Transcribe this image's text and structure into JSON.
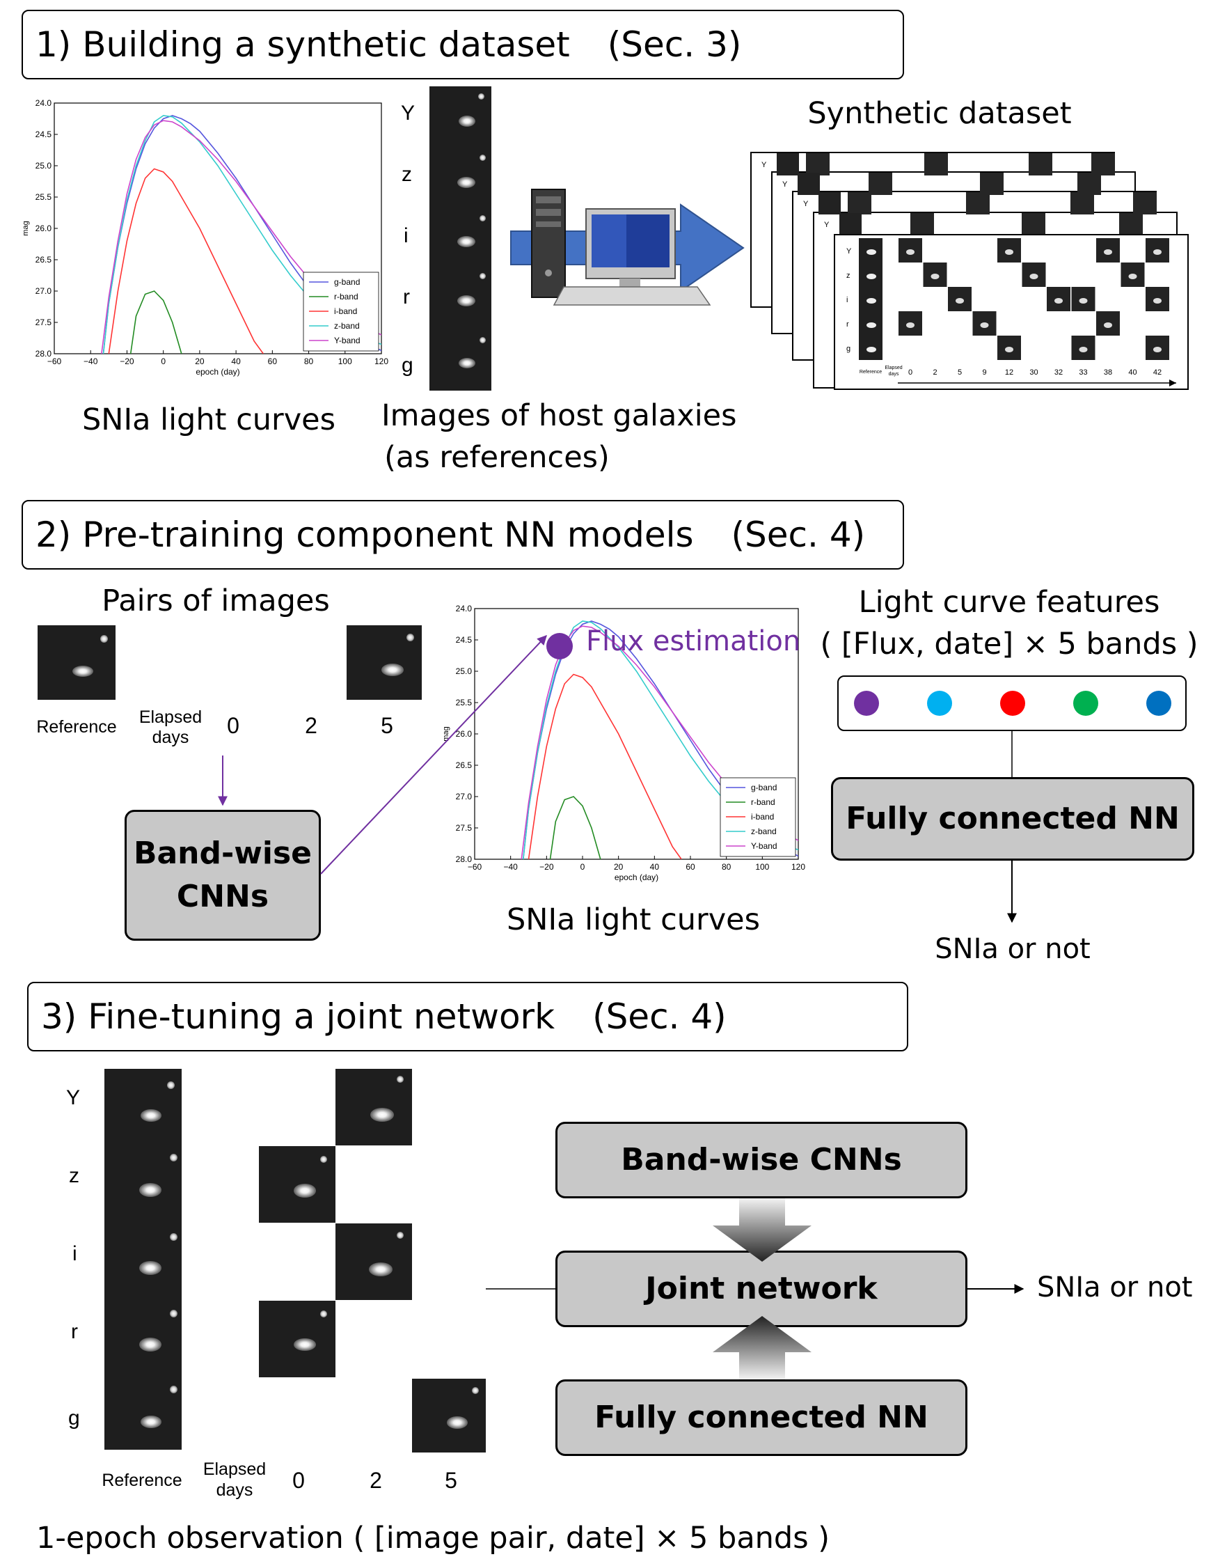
{
  "sections": [
    {
      "title": "1) Building a synthetic dataset",
      "ref": "(Sec. 3)"
    },
    {
      "title": "2) Pre-training component NN models",
      "ref": "(Sec. 4)"
    },
    {
      "title": "3) Fine-tuning a joint network",
      "ref": "(Sec. 4)"
    }
  ],
  "section1": {
    "light_curves_caption": "SNIa light curves",
    "host_caption_line1": "Images of host galaxies",
    "host_caption_line2": "(as references)",
    "synthetic_title": "Synthetic dataset",
    "band_labels": [
      "Y",
      "z",
      "i",
      "r",
      "g"
    ],
    "sheet_labels": {
      "reference": "Reference",
      "elapsed_line1": "Elapsed",
      "elapsed_line2": "days"
    },
    "sheet_days": [
      "0",
      "2",
      "5",
      "9",
      "12",
      "30",
      "32",
      "33",
      "38",
      "40",
      "42"
    ]
  },
  "section2": {
    "pairs_title": "Pairs of images",
    "reference_label": "Reference",
    "elapsed_line1": "Elapsed",
    "elapsed_line2": "days",
    "days": [
      "0",
      "2",
      "5"
    ],
    "cnn_box_line1": "Band-wise",
    "cnn_box_line2": "CNNs",
    "flux_label": "Flux estimation",
    "light_curves_caption": "SNIa light curves",
    "features_title": "Light curve features",
    "features_formula": "( [Flux, date] × 5 bands )",
    "feature_dot_colors": [
      "#7030a0",
      "#00b0f0",
      "#ff0000",
      "#00b050",
      "#0070c0"
    ],
    "fc_box": "Fully connected NN",
    "output": "SNIa or not"
  },
  "section3": {
    "band_labels": [
      "Y",
      "z",
      "i",
      "r",
      "g"
    ],
    "reference_label": "Reference",
    "elapsed_line1": "Elapsed",
    "elapsed_line2": "days",
    "days": [
      "0",
      "2",
      "5"
    ],
    "cnn_box": "Band-wise CNNs",
    "joint_box": "Joint network",
    "fc_box": "Fully connected NN",
    "output": "SNIa or not",
    "bottom_caption": "1-epoch observation ( [image pair, date] × 5 bands )"
  },
  "chart_data": [
    {
      "type": "line",
      "title": "",
      "xlabel": "epoch (day)",
      "ylabel": "mag",
      "xlim": [
        -60,
        120
      ],
      "ylim": [
        28.0,
        24.0
      ],
      "y_inverted": true,
      "x_ticks": [
        "−60",
        "−40",
        "−20",
        "0",
        "20",
        "40",
        "60",
        "80",
        "100",
        "120"
      ],
      "y_ticks": [
        "24.0",
        "24.5",
        "25.0",
        "25.5",
        "26.0",
        "26.5",
        "27.0",
        "27.5",
        "28.0"
      ],
      "legend_position": "lower-right",
      "series": [
        {
          "name": "g-band",
          "color": "#5555dd",
          "x": [
            -33,
            -30,
            -25,
            -20,
            -15,
            -10,
            -5,
            0,
            5,
            10,
            15,
            20,
            30,
            40,
            50,
            60,
            70,
            80,
            90,
            100,
            110,
            120
          ],
          "y": [
            28.0,
            27.2,
            26.3,
            25.6,
            25.05,
            24.65,
            24.4,
            24.25,
            24.2,
            24.25,
            24.33,
            24.45,
            24.8,
            25.2,
            25.65,
            26.1,
            26.55,
            26.95,
            27.3,
            27.6,
            27.8,
            27.95
          ]
        },
        {
          "name": "r-band",
          "color": "#228b22",
          "x": [
            -18,
            -15,
            -10,
            -5,
            0,
            5,
            10
          ],
          "y": [
            28.0,
            27.4,
            27.05,
            27.0,
            27.15,
            27.5,
            28.0
          ]
        },
        {
          "name": "i-band",
          "color": "#ff3333",
          "x": [
            -30,
            -25,
            -20,
            -15,
            -10,
            -5,
            0,
            5,
            10,
            20,
            30,
            40,
            50,
            55
          ],
          "y": [
            28.0,
            27.0,
            26.2,
            25.6,
            25.2,
            25.05,
            25.1,
            25.25,
            25.5,
            26.0,
            26.6,
            27.2,
            27.8,
            28.0
          ]
        },
        {
          "name": "z-band",
          "color": "#33cccc",
          "x": [
            -33,
            -30,
            -25,
            -20,
            -15,
            -10,
            -5,
            0,
            5,
            10,
            20,
            30,
            40,
            50,
            60,
            70,
            80,
            90,
            100,
            110,
            120
          ],
          "y": [
            28.0,
            27.2,
            26.3,
            25.55,
            25.0,
            24.6,
            24.3,
            24.2,
            24.22,
            24.32,
            24.62,
            25.0,
            25.45,
            25.9,
            26.35,
            26.75,
            27.1,
            27.4,
            27.6,
            27.75,
            27.85
          ]
        },
        {
          "name": "Y-band",
          "color": "#cc44cc",
          "x": [
            -34,
            -30,
            -25,
            -20,
            -15,
            -10,
            -5,
            0,
            5,
            10,
            20,
            30,
            40,
            50,
            60,
            70,
            80,
            90,
            100,
            110,
            120
          ],
          "y": [
            28.0,
            27.1,
            26.2,
            25.45,
            24.9,
            24.55,
            24.35,
            24.28,
            24.3,
            24.38,
            24.6,
            24.9,
            25.25,
            25.65,
            26.05,
            26.45,
            26.8,
            27.1,
            27.35,
            27.55,
            27.7
          ]
        }
      ]
    },
    {
      "type": "line",
      "title": "",
      "xlabel": "epoch (day)",
      "ylabel": "mag",
      "xlim": [
        -60,
        120
      ],
      "ylim": [
        28.0,
        24.0
      ],
      "y_inverted": true,
      "x_ticks": [
        "−60",
        "−40",
        "−20",
        "0",
        "20",
        "40",
        "60",
        "80",
        "100",
        "120"
      ],
      "y_ticks": [
        "24.0",
        "24.5",
        "25.0",
        "25.5",
        "26.0",
        "26.5",
        "27.0",
        "27.5",
        "28.0"
      ],
      "legend_position": "lower-right",
      "series": [
        {
          "name": "g-band",
          "color": "#5555dd",
          "x": [
            -33,
            -30,
            -25,
            -20,
            -15,
            -10,
            -5,
            0,
            5,
            10,
            15,
            20,
            30,
            40,
            50,
            60,
            70,
            80,
            90,
            100,
            110,
            120
          ],
          "y": [
            28.0,
            27.2,
            26.3,
            25.6,
            25.05,
            24.65,
            24.4,
            24.25,
            24.2,
            24.25,
            24.33,
            24.45,
            24.8,
            25.2,
            25.65,
            26.1,
            26.55,
            26.95,
            27.3,
            27.6,
            27.8,
            27.95
          ]
        },
        {
          "name": "r-band",
          "color": "#228b22",
          "x": [
            -18,
            -15,
            -10,
            -5,
            0,
            5,
            10
          ],
          "y": [
            28.0,
            27.4,
            27.05,
            27.0,
            27.15,
            27.5,
            28.0
          ]
        },
        {
          "name": "i-band",
          "color": "#ff3333",
          "x": [
            -30,
            -25,
            -20,
            -15,
            -10,
            -5,
            0,
            5,
            10,
            20,
            30,
            40,
            50,
            55
          ],
          "y": [
            28.0,
            27.0,
            26.2,
            25.6,
            25.2,
            25.05,
            25.1,
            25.25,
            25.5,
            26.0,
            26.6,
            27.2,
            27.8,
            28.0
          ]
        },
        {
          "name": "z-band",
          "color": "#33cccc",
          "x": [
            -33,
            -30,
            -25,
            -20,
            -15,
            -10,
            -5,
            0,
            5,
            10,
            20,
            30,
            40,
            50,
            60,
            70,
            80,
            90,
            100,
            110,
            120
          ],
          "y": [
            28.0,
            27.2,
            26.3,
            25.55,
            25.0,
            24.6,
            24.3,
            24.2,
            24.22,
            24.32,
            24.62,
            25.0,
            25.45,
            25.9,
            26.35,
            26.75,
            27.1,
            27.4,
            27.6,
            27.75,
            27.85
          ]
        },
        {
          "name": "Y-band",
          "color": "#cc44cc",
          "x": [
            -34,
            -30,
            -25,
            -20,
            -15,
            -10,
            -5,
            0,
            5,
            10,
            20,
            30,
            40,
            50,
            60,
            70,
            80,
            90,
            100,
            110,
            120
          ],
          "y": [
            28.0,
            27.1,
            26.2,
            25.45,
            24.9,
            24.55,
            24.35,
            24.28,
            24.3,
            24.38,
            24.6,
            24.9,
            25.25,
            25.65,
            26.05,
            26.45,
            26.8,
            27.1,
            27.35,
            27.55,
            27.7
          ]
        }
      ]
    }
  ]
}
